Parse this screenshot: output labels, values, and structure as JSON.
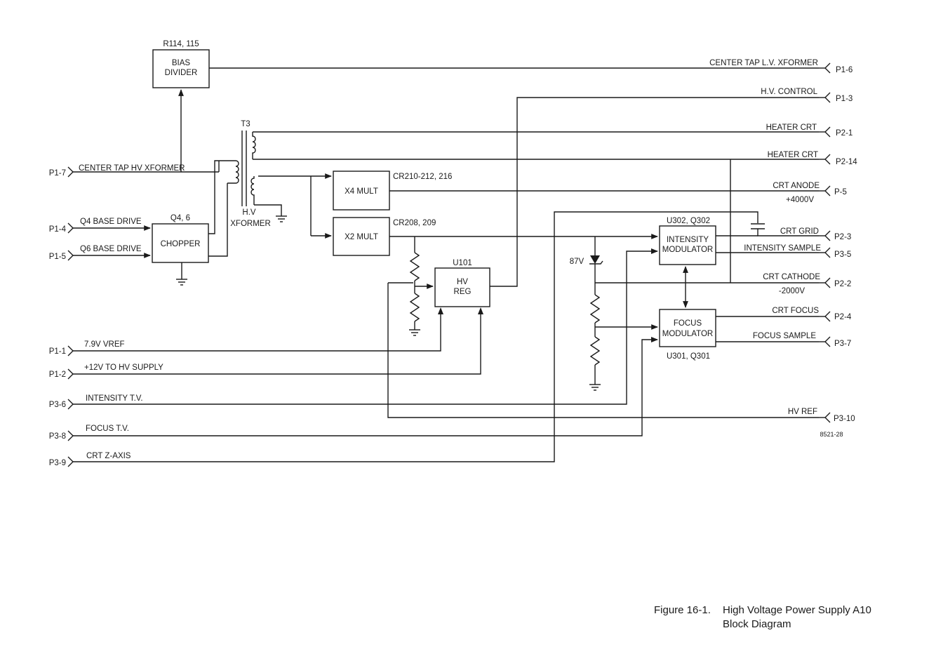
{
  "blocks": {
    "bias_divider": {
      "ref": "R114, 115",
      "line1": "BIAS",
      "line2": "DIVIDER"
    },
    "chopper": {
      "ref": "Q4, 6",
      "label": "CHOPPER"
    },
    "transformer": {
      "ref": "T3",
      "line1": "H.V",
      "line2": "XFORMER"
    },
    "x4_mult": {
      "ref": "CR210-212, 216",
      "label": "X4 MULT"
    },
    "x2_mult": {
      "ref": "CR208, 209",
      "label": "X2 MULT"
    },
    "hv_reg": {
      "ref": "U101",
      "line1": "HV",
      "line2": "REG"
    },
    "intensity_mod": {
      "ref": "U302, Q302",
      "line1": "INTENSITY",
      "line2": "MODULATOR"
    },
    "focus_mod": {
      "ref": "U301, Q301",
      "line1": "FOCUS",
      "line2": "MODULATOR"
    },
    "zener": {
      "label": "87V"
    }
  },
  "left_pins": [
    {
      "pin": "P1-7",
      "signal": "CENTER TAP HV XFORMER"
    },
    {
      "pin": "P1-4",
      "signal": "Q4 BASE DRIVE"
    },
    {
      "pin": "P1-5",
      "signal": "Q6 BASE DRIVE"
    },
    {
      "pin": "P1-1",
      "signal": "7.9V VREF"
    },
    {
      "pin": "P1-2",
      "signal": "+12V TO HV SUPPLY"
    },
    {
      "pin": "P3-6",
      "signal": "INTENSITY T.V."
    },
    {
      "pin": "P3-8",
      "signal": "FOCUS T.V."
    },
    {
      "pin": "P3-9",
      "signal": "CRT Z-AXIS"
    }
  ],
  "right_pins": [
    {
      "pin": "P1-6",
      "signal": "CENTER TAP L.V. XFORMER"
    },
    {
      "pin": "P1-3",
      "signal": "H.V. CONTROL"
    },
    {
      "pin": "P2-1",
      "signal": "HEATER CRT"
    },
    {
      "pin": "P2-14",
      "signal": "HEATER CRT"
    },
    {
      "pin": "P-5",
      "signal": "CRT ANODE",
      "value": "+4000V"
    },
    {
      "pin": "P2-3",
      "signal": "CRT GRID"
    },
    {
      "pin": "P3-5",
      "signal": "INTENSITY SAMPLE"
    },
    {
      "pin": "P2-2",
      "signal": "CRT CATHODE",
      "value": "-2000V"
    },
    {
      "pin": "P2-4",
      "signal": "CRT FOCUS"
    },
    {
      "pin": "P3-7",
      "signal": "FOCUS SAMPLE"
    },
    {
      "pin": "P3-10",
      "signal": "HV REF"
    }
  ],
  "drawing_number": "8521-28",
  "caption": {
    "number": "Figure 16-1.",
    "title_line1": "High Voltage Power Supply A10",
    "title_line2": "Block Diagram"
  }
}
